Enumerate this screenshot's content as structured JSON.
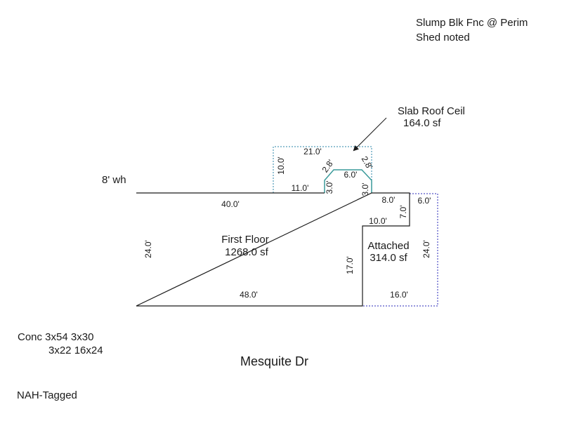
{
  "notes": {
    "top_right_line1": "Slump Blk Fnc @ Perim",
    "top_right_line2": "Shed noted",
    "wall_height": "8' wh",
    "conc_line1": "Conc 3x54 3x30",
    "conc_line2": "3x22 16x24",
    "tag": "NAH-Tagged"
  },
  "street": "Mesquite Dr",
  "areas": {
    "first_floor": {
      "name": "First Floor",
      "area": "1268.0 sf"
    },
    "attached": {
      "name": "Attached",
      "area": "314.0 sf"
    },
    "slab_roof": {
      "name": "Slab Roof Ceil",
      "area": "164.0 sf"
    }
  },
  "dimensions": {
    "ff_top": "40.0'",
    "ff_bottom": "48.0'",
    "ff_left": "24.0'",
    "ff_right_lower": "17.0'",
    "ff_top_right": "11.0'",
    "bump_left": "3.0'",
    "bump_left_diag": "2.8'",
    "bump_top": "6.0'",
    "bump_right_diag": "2.8'",
    "bump_right": "3.0'",
    "step_top": "8.0'",
    "step_vertical": "7.0'",
    "step_bottom": "10.0'",
    "att_top": "6.0'",
    "att_right": "24.0'",
    "att_bottom": "16.0'",
    "slab_top": "21.0'",
    "slab_left": "10.0'"
  },
  "colors": {
    "outline": "#1a1a1a",
    "slab_dotted": "#2a86a8",
    "attached_dotted": "#2a2ab8",
    "bump_line": "#3a9a9a"
  }
}
